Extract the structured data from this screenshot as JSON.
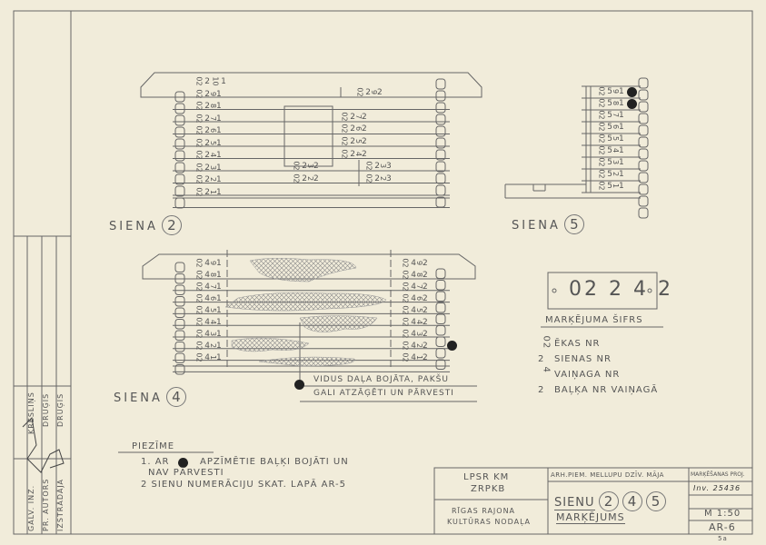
{
  "wall2": {
    "title": "SIENA",
    "number": "2",
    "left_codes": [
      "02 2 10 1",
      "02 2 9 1",
      "02 2 8 1",
      "02 2 7 1",
      "02 2 6 1",
      "02 2 5 1",
      "02 2 4 1",
      "02 2 3 1",
      "02 2 2 1",
      "02 2 1 1"
    ],
    "right_codes": [
      "02 2 9 2",
      "02 2 7 2",
      "02 2 6 2",
      "02 2 5 2",
      "02 2 4 2",
      "02 2 3 2",
      "02 2 3 3",
      "02 2 2 2",
      "02 2 2 3"
    ]
  },
  "wall5": {
    "title": "SIENA",
    "number": "5",
    "codes": [
      "02 5 9 1",
      "02 5 8 1",
      "02 5 7 1",
      "02 5 6 1",
      "02 5 5 1",
      "02 5 4 1",
      "02 5 3 1",
      "02 5 2 1",
      "02 5 1 1"
    ]
  },
  "wall4": {
    "title": "SIENA",
    "number": "4",
    "left_codes": [
      "02 4 9 1",
      "02 4 8 1",
      "02 4 7 1",
      "02 4 6 1",
      "02 4 5 1",
      "02 4 4 1",
      "02 4 3 1",
      "02 4 2 1",
      "02 4 1 1"
    ],
    "right_codes": [
      "02 4 9 2",
      "02 4 8 2",
      "02 4 7 2",
      "02 4 6 2",
      "02 4 5 2",
      "02 4 4 2",
      "02 4 3 2",
      "02 4 2 2",
      "02 4 1 2"
    ],
    "note_line1": "VIDUS DAĻA BOJĀTA, PAKŠU",
    "note_line2": "GALI ATZĀĢĒTI UN PĀRVESTI"
  },
  "legend": {
    "plate_code": "02 2 4 2",
    "title": "MARĶĒJUMA ŠIFRS",
    "items": [
      {
        "code": "02",
        "label": "ĒKAS NR"
      },
      {
        "code": "2",
        "label": "SIENAS NR"
      },
      {
        "code": "4",
        "label": "VAIŅAGA NR"
      },
      {
        "code": "2",
        "label": "BAĻĶA NR VAIŅAGĀ"
      }
    ]
  },
  "notes": {
    "title": "PIEZĪME",
    "line1a": "1. AR",
    "line1b": "APZĪMĒTIE BAĻĶI BOJĀTI  UN",
    "line1c": "NAV PĀRVESTI",
    "line2": "2  SIENU NUMERĀCIJU SKAT. LAPĀ AR-5"
  },
  "title_block": {
    "org1": "LPSR KM",
    "org2": "ZRPKB",
    "org3": "RĪGAS RAJONA",
    "org4": "KULTŪRAS NODAĻA",
    "object": "ARH.PIEM. MELLUPU DZĪV. MĀJA",
    "sheet_title1": "SIENU",
    "walls": [
      "2",
      "4",
      "5"
    ],
    "sheet_title2": "MARĶĒJUMS",
    "col_head": "MARĶĒŠANAS PROJ.",
    "inv": "Inv. 25436",
    "scale": "M 1:50",
    "sheet_no": "AR-6",
    "corner": "5a"
  },
  "side_block": {
    "r1a": "GALV. INŽ.",
    "r1b": "KRĒSLIŅŠ",
    "r2a": "PR. AUTORS",
    "r2b": "DRUĢIS",
    "r3a": "IZSTRĀDĀJA",
    "r3b": "DRUĢIS"
  }
}
